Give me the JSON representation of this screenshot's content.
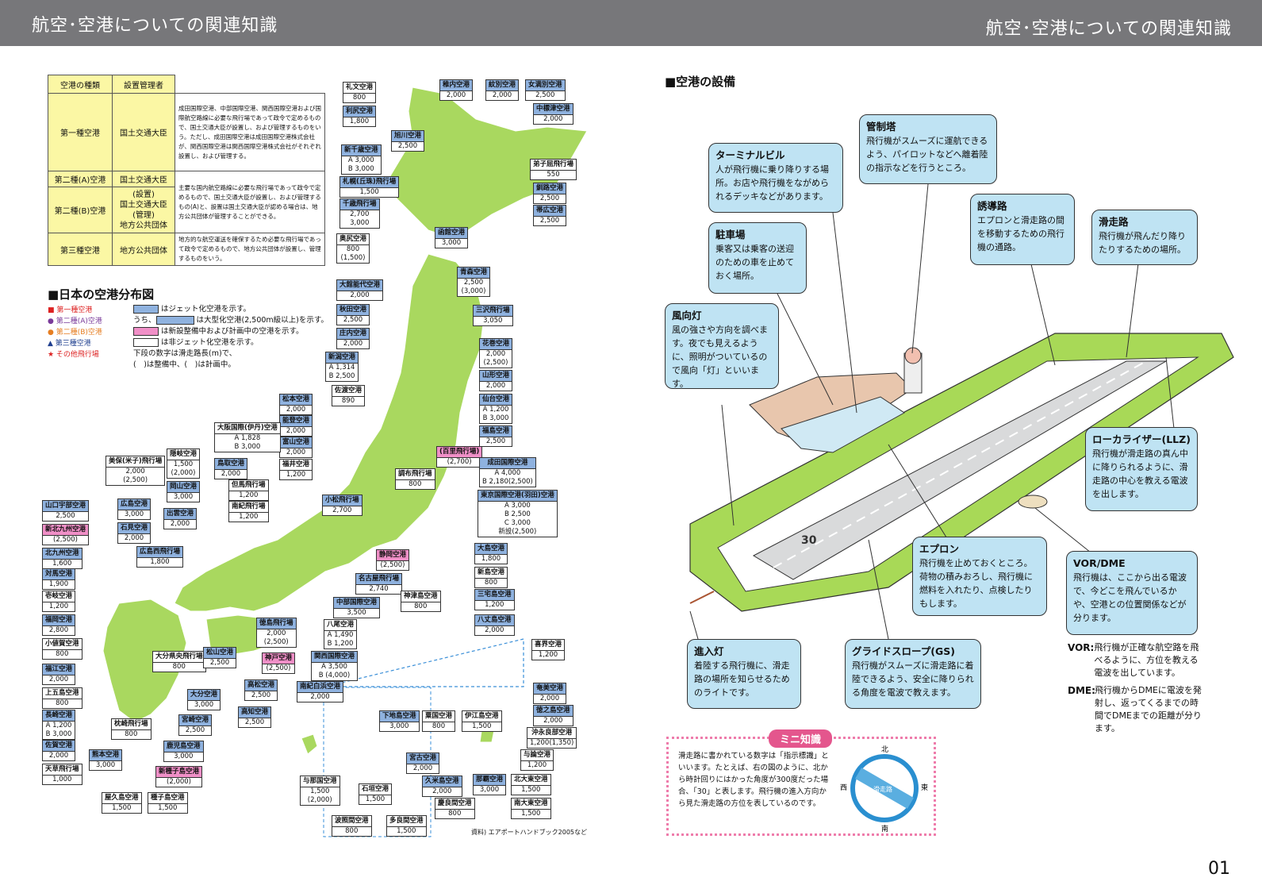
{
  "header": {
    "left_title": "航空･空港についての関連知識",
    "right_title": "航空･空港についての関連知識"
  },
  "page_number": "01",
  "airport_table": {
    "headers": [
      "空港の種類",
      "設置管理者"
    ],
    "rows": [
      {
        "kind": "第一種空港",
        "manager": "国土交通大臣",
        "desc": "成田国際空港、中部国際空港、関西国際空港および国際航空路線に必要な飛行場であって政令で定めるもので、国土交通大臣が設置し、および管理するものをいう。ただし、成田国際空港は成田国際空港株式会社が、関西国際空港は関西国際空港株式会社がそれぞれ設置し、および管理する。"
      },
      {
        "kind": "第二種(A)空港",
        "manager": "国土交通大臣",
        "desc": "主要な国内航空路線に必要な飛行場であって政令で定めるもので、国土交通大臣が設置し、および管理するもの(A)と、設置は国土交通大臣が認める場合は、地方公共団体が管理することができる。"
      },
      {
        "kind": "第二種(B)空港",
        "manager": "(設置)\n国土交通大臣\n(管理)\n地方公共団体",
        "desc": ""
      },
      {
        "kind": "第三種空港",
        "manager": "地方公共団体",
        "desc": "地方的な航空運送を確保するため必要な飛行場であって政令で定めるもので、地方公共団体が設置し、管理するものをいう。"
      }
    ]
  },
  "map_section": {
    "title": "■日本の空港分布図",
    "legend": [
      "■ 第一種空港",
      "● 第二種(A)空港",
      "● 第二種(B)空港",
      "▲ 第三種空港",
      "★ その他飛行場"
    ],
    "legend_notes": [
      "はジェット化空港を示す。",
      "うち、",
      "は大型化空港(2,500m級以上)を示す。",
      "は新設整備中および計画中の空港を示す。",
      "は非ジェット化空港を示す。",
      "下段の数字は滑走路長(m)で、",
      "(　)は整備中、(　)は計画中。"
    ],
    "source": "資料) エアポートハンドブック2005など"
  },
  "airports": [
    {
      "name": "礼文空港",
      "v": "800",
      "t": "wh"
    },
    {
      "name": "利尻空港",
      "v": "1,800",
      "t": "b"
    },
    {
      "name": "稚内空港",
      "v": "2,000",
      "t": "b"
    },
    {
      "name": "紋別空港",
      "v": "2,000",
      "t": "b"
    },
    {
      "name": "女満別空港",
      "v": "2,500",
      "t": "b"
    },
    {
      "name": "中標津空港",
      "v": "2,000",
      "t": "b"
    },
    {
      "name": "旭川空港",
      "v": "2,500",
      "t": "b"
    },
    {
      "name": "新千歳空港",
      "v": "A 3,000\nB 3,000",
      "t": "b"
    },
    {
      "name": "弟子屈飛行場",
      "v": "550",
      "t": "wh"
    },
    {
      "name": "札幌(丘珠)飛行場",
      "v": "1,500",
      "t": "b"
    },
    {
      "name": "釧路空港",
      "v": "2,500",
      "t": "b"
    },
    {
      "name": "千歳飛行場",
      "v": "2,700\n3,000",
      "t": "b"
    },
    {
      "name": "帯広空港",
      "v": "2,500",
      "t": "b"
    },
    {
      "name": "函館空港",
      "v": "3,000",
      "t": "b"
    },
    {
      "name": "奥尻空港",
      "v": "800\n(1,500)",
      "t": "wh"
    },
    {
      "name": "青森空港",
      "v": "2,500\n(3,000)",
      "t": "b"
    },
    {
      "name": "大館能代空港",
      "v": "2,000",
      "t": "b"
    },
    {
      "name": "三沢飛行場",
      "v": "3,050",
      "t": "b"
    },
    {
      "name": "秋田空港",
      "v": "2,500",
      "t": "b"
    },
    {
      "name": "庄内空港",
      "v": "2,000",
      "t": "b"
    },
    {
      "name": "花巻空港",
      "v": "2,000\n(2,500)",
      "t": "b"
    },
    {
      "name": "山形空港",
      "v": "2,000",
      "t": "b"
    },
    {
      "name": "新潟空港",
      "v": "A 1,314\nB 2,500",
      "t": "b"
    },
    {
      "name": "佐渡空港",
      "v": "890",
      "t": "wh"
    },
    {
      "name": "仙台空港",
      "v": "A 1,200\nB 3,000",
      "t": "b"
    },
    {
      "name": "福島空港",
      "v": "2,500",
      "t": "b"
    },
    {
      "name": "松本空港",
      "v": "2,000",
      "t": "b"
    },
    {
      "name": "能登空港",
      "v": "2,000",
      "t": "b"
    },
    {
      "name": "富山空港",
      "v": "2,000",
      "t": "b"
    },
    {
      "name": "福井空港",
      "v": "1,200",
      "t": "wh"
    },
    {
      "name": "(百里飛行場)",
      "v": "(2,700)",
      "t": "pk"
    },
    {
      "name": "成田国際空港",
      "v": "A 4,000\nB 2,180(2,500)",
      "t": "b"
    },
    {
      "name": "調布飛行場",
      "v": "800",
      "t": "wh"
    },
    {
      "name": "東京国際空港(羽田)空港",
      "v": "A 3,000\nB 2,500\nC 3,000\n新設(2,500)",
      "t": "b"
    },
    {
      "name": "小松飛行場",
      "v": "2,700",
      "t": "b"
    },
    {
      "name": "大阪国際(伊丹)空港",
      "v": "A 1,828\nB 3,000",
      "t": "wh"
    },
    {
      "name": "隠岐空港",
      "v": "1,500\n(2,000)",
      "t": "wh"
    },
    {
      "name": "美保(米子)飛行場",
      "v": "2,000\n(2,500)",
      "t": "wh"
    },
    {
      "name": "鳥取空港",
      "v": "2,000",
      "t": "b"
    },
    {
      "name": "但馬飛行場",
      "v": "1,200",
      "t": "wh"
    },
    {
      "name": "南紀飛行場",
      "v": "1,200",
      "t": "wh"
    },
    {
      "name": "岡山空港",
      "v": "3,000",
      "t": "b"
    },
    {
      "name": "出雲空港",
      "v": "2,000",
      "t": "b"
    },
    {
      "name": "山口宇部空港",
      "v": "2,500",
      "t": "b"
    },
    {
      "name": "広島空港",
      "v": "3,000",
      "t": "b"
    },
    {
      "name": "石見空港",
      "v": "2,000",
      "t": "b"
    },
    {
      "name": "新北九州空港",
      "v": "(2,500)",
      "t": "pk"
    },
    {
      "name": "広島西飛行場",
      "v": "1,800",
      "t": "b"
    },
    {
      "name": "北九州空港",
      "v": "1,600",
      "t": "b"
    },
    {
      "name": "対馬空港",
      "v": "1,900",
      "t": "b"
    },
    {
      "name": "壱岐空港",
      "v": "1,200",
      "t": "wh"
    },
    {
      "name": "福岡空港",
      "v": "2,800",
      "t": "b"
    },
    {
      "name": "小値賀空港",
      "v": "800",
      "t": "wh"
    },
    {
      "name": "福江空港",
      "v": "2,000",
      "t": "b"
    },
    {
      "name": "上五島空港",
      "v": "800",
      "t": "wh"
    },
    {
      "name": "長崎空港",
      "v": "A 1,200\nB 3,000",
      "t": "b"
    },
    {
      "name": "佐賀空港",
      "v": "2,000",
      "t": "b"
    },
    {
      "name": "天草飛行場",
      "v": "1,000",
      "t": "wh"
    },
    {
      "name": "熊本空港",
      "v": "3,000",
      "t": "b"
    },
    {
      "name": "屋久島空港",
      "v": "1,500",
      "t": "wh"
    },
    {
      "name": "種子島空港",
      "v": "1,500",
      "t": "wh"
    },
    {
      "name": "新種子島空港",
      "v": "(2,000)",
      "t": "pk"
    },
    {
      "name": "鹿児島空港",
      "v": "3,000",
      "t": "b"
    },
    {
      "name": "枕崎飛行場",
      "v": "800",
      "t": "wh"
    },
    {
      "name": "宮崎空港",
      "v": "2,500",
      "t": "b"
    },
    {
      "name": "大分空港",
      "v": "3,000",
      "t": "b"
    },
    {
      "name": "大分県央飛行場",
      "v": "800",
      "t": "wh"
    },
    {
      "name": "松山空港",
      "v": "2,500",
      "t": "b"
    },
    {
      "name": "高松空港",
      "v": "2,500",
      "t": "b"
    },
    {
      "name": "高知空港",
      "v": "2,500",
      "t": "b"
    },
    {
      "name": "徳島飛行場",
      "v": "2,000\n(2,500)",
      "t": "b"
    },
    {
      "name": "神戸空港",
      "v": "(2,500)",
      "t": "pk"
    },
    {
      "name": "南紀白浜空港",
      "v": "2,000",
      "t": "b"
    },
    {
      "name": "関西国際空港",
      "v": "A 3,500\nB (4,000)",
      "t": "b"
    },
    {
      "name": "八尾空港",
      "v": "A 1,490\nB 1,200",
      "t": "wh"
    },
    {
      "name": "中部国際空港",
      "v": "3,500",
      "t": "b"
    },
    {
      "name": "名古屋飛行場",
      "v": "2,740",
      "t": "b"
    },
    {
      "name": "静岡空港",
      "v": "(2,500)",
      "t": "pk"
    },
    {
      "name": "神津島空港",
      "v": "800",
      "t": "wh"
    },
    {
      "name": "大島空港",
      "v": "1,800",
      "t": "b"
    },
    {
      "name": "新島空港",
      "v": "800",
      "t": "wh"
    },
    {
      "name": "三宅島空港",
      "v": "1,200",
      "t": "b"
    },
    {
      "name": "八丈島空港",
      "v": "2,000",
      "t": "b"
    },
    {
      "name": "喜界空港",
      "v": "1,200",
      "t": "wh"
    },
    {
      "name": "奄美空港",
      "v": "2,000",
      "t": "b"
    },
    {
      "name": "徳之島空港",
      "v": "2,000",
      "t": "b"
    },
    {
      "name": "沖永良部空港",
      "v": "1,200(1,350)",
      "t": "wh"
    },
    {
      "name": "与論空港",
      "v": "1,200",
      "t": "wh"
    },
    {
      "name": "下地島空港",
      "v": "3,000",
      "t": "b"
    },
    {
      "name": "粟国空港",
      "v": "800",
      "t": "wh"
    },
    {
      "name": "伊江島空港",
      "v": "1,500",
      "t": "wh"
    },
    {
      "name": "宮古空港",
      "v": "2,000",
      "t": "b"
    },
    {
      "name": "久米島空港",
      "v": "2,000",
      "t": "b"
    },
    {
      "name": "那覇空港",
      "v": "3,000",
      "t": "b"
    },
    {
      "name": "北大東空港",
      "v": "1,500",
      "t": "wh"
    },
    {
      "name": "慶良間空港",
      "v": "800",
      "t": "wh"
    },
    {
      "name": "南大東空港",
      "v": "1,500",
      "t": "wh"
    },
    {
      "name": "与那国空港",
      "v": "1,500\n(2,000)",
      "t": "wh"
    },
    {
      "name": "石垣空港",
      "v": "1,500",
      "t": "wh"
    },
    {
      "name": "波照間空港",
      "v": "800",
      "t": "wh"
    },
    {
      "name": "多良間空港",
      "v": "1,500",
      "t": "wh"
    }
  ],
  "facilities": {
    "title": "■空港の設備",
    "callouts": [
      {
        "title": "ターミナルビル",
        "text": "人が飛行機に乗り降りする場所。お店や飛行機をながめられるデッキなどがあります。"
      },
      {
        "title": "管制塔",
        "text": "飛行機がスムーズに運航できるよう、パイロットなどへ離着陸の指示などを行うところ。"
      },
      {
        "title": "駐車場",
        "text": "乗客又は乗客の送迎のための車を止めておく場所。"
      },
      {
        "title": "誘導路",
        "text": "エプロンと滑走路の間を移動するための飛行機の通路。"
      },
      {
        "title": "滑走路",
        "text": "飛行機が飛んだり降りたりするための場所。"
      },
      {
        "title": "風向灯",
        "text": "風の強さや方向を調べます。夜でも見えるように、照明がついているので風向「灯」といいます。"
      },
      {
        "title": "ローカライザー(LLZ)",
        "text": "飛行機が滑走路の真ん中に降りられるように、滑走路の中心を教える電波を出します。"
      },
      {
        "title": "エプロン",
        "text": "飛行機を止めておくところ。荷物の積みおろし、飛行機に燃料を入れたり、点検したりもします。"
      },
      {
        "title": "VOR/DME",
        "text": "飛行機は、ここから出る電波で、今どこを飛んでいるかや、空港との位置関係などが分ります。"
      },
      {
        "title": "進入灯",
        "text": "着陸する飛行機に、滑走路の場所を知らせるためのライトです。"
      },
      {
        "title": "グライドスロープ(GS)",
        "text": "飛行機がスムーズに滑走路に着陸できるよう、安全に降りられる角度を電波で教えます。"
      }
    ],
    "notes": [
      {
        "label": "VOR:",
        "text": "飛行機が正確な航空路を飛べるように、方位を教える電波を出しています。"
      },
      {
        "label": "DME:",
        "text": "飛行機からDMEに電波を発射し、返ってくるまでの時間でDMEまでの距離が分ります。"
      }
    ],
    "runway_number": "30",
    "mini": {
      "badge": "ミニ知識",
      "text": "滑走路に書かれている数字は「指示標識」といいます。たとえば、右の図のように、北から時計回りにはかった角度が300度だった場合、「30」と表します。飛行機の進入方向から見た滑走路の方位を表しているのです。",
      "north": "北",
      "south": "南",
      "east": "東",
      "west": "西",
      "ring_label": "滑走路"
    }
  }
}
